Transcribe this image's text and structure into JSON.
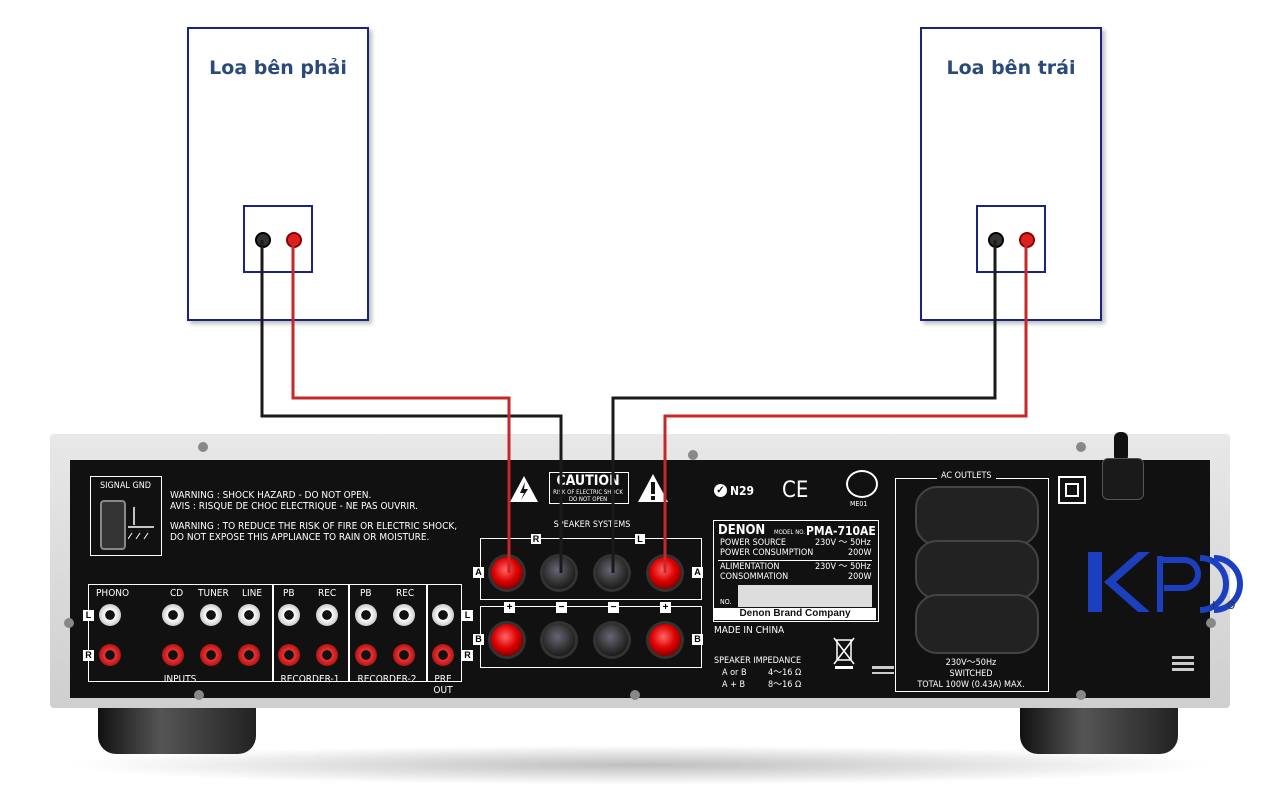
{
  "speakers": {
    "right_label": "Loa bên phải",
    "left_label": "Loa bên trái"
  },
  "amp": {
    "signal_gnd": "SIGNAL GND",
    "warning1": "WARNING : SHOCK HAZARD - DO NOT OPEN.",
    "warning2": "AVIS : RISQUE DE CHOC ELECTRIQUE - NE PAS OUVRIR.",
    "warning3": "WARNING : TO REDUCE THE RISK OF FIRE OR ELECTRIC SHOCK,",
    "warning4": "DO NOT EXPOSE THIS APPLIANCE TO RAIN OR MOISTURE.",
    "caution": "CAUTION",
    "caution_sub1": "RISK OF ELECTRIC SHOCK",
    "caution_sub2": "DO NOT OPEN",
    "speaker_systems": "SPEAKER SYSTEMS",
    "ch_r": "R",
    "ch_l": "L",
    "row_a": "A",
    "row_b": "B",
    "plus": "+",
    "minus": "−",
    "n29": "N29",
    "ce": "CE",
    "me01": "ME01",
    "brand": "DENON",
    "model_no": "MODEL NO.",
    "model": "PMA-710AE",
    "power_source": "POWER SOURCE",
    "power_source_val": "230V ～ 50Hz",
    "power_cons": "POWER CONSUMPTION",
    "power_cons_val": "200W",
    "alimentation": "ALIMENTATION",
    "alimentation_val": "230V ～ 50Hz",
    "consommation": "CONSOMMATION",
    "consommation_val": "200W",
    "no": "NO.",
    "company": "Denon Brand Company",
    "made_in": "MADE IN CHINA",
    "imp_title": "SPEAKER  IMPEDANCE",
    "imp1_l": "A or B",
    "imp1_v": "4～16 Ω",
    "imp2_l": "A + B",
    "imp2_v": "8～16 Ω",
    "ac_outlets": "AC OUTLETS",
    "ac_line1": "230V～50Hz",
    "ac_line2": "SWITCHED",
    "ac_line3": "TOTAL 100W (0.43A) MAX.",
    "phono": "PHONO",
    "cd": "CD",
    "tuner": "TUNER",
    "line": "LINE",
    "pb1": "PB",
    "rec1": "REC",
    "pb2": "PB",
    "rec2": "REC",
    "inputs": "INPUTS",
    "recorder1": "RECORDER-1",
    "recorder2": "RECORDER-2",
    "pre": "PRE",
    "out": "OUT",
    "l": "L",
    "r": "R"
  },
  "logo": {
    "text": "KPD",
    "sub": "I O"
  },
  "colors": {
    "wire_black": "#1a1a1a",
    "wire_red": "#c62828",
    "frame": "#1a237e",
    "logo": "#1c3fbf"
  }
}
